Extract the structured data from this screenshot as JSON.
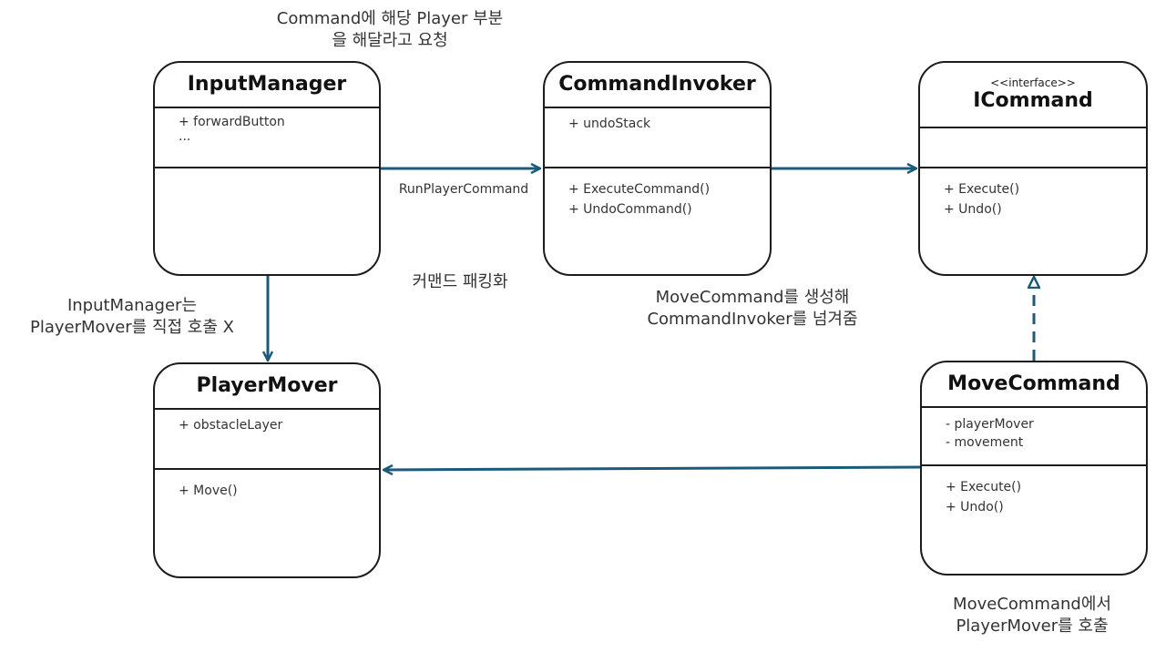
{
  "colors": {
    "connector": "#1b5a7a",
    "border": "#1c1c1c"
  },
  "classes": {
    "input_manager": {
      "name": "InputManager",
      "attributes": [
        "+ forwardButton",
        "..."
      ],
      "operations": []
    },
    "command_invoker": {
      "name": "CommandInvoker",
      "attributes": [
        "+ undoStack"
      ],
      "operations": [
        "+ ExecuteCommand()",
        "+ UndoCommand()"
      ]
    },
    "icommand": {
      "stereotype": "<<interface>>",
      "name": "ICommand",
      "attributes": [],
      "operations": [
        "+ Execute()",
        "+ Undo()"
      ]
    },
    "player_mover": {
      "name": "PlayerMover",
      "attributes": [
        "+ obstacleLayer"
      ],
      "operations": [
        "+ Move()"
      ]
    },
    "move_command": {
      "name": "MoveCommand",
      "attributes": [
        "- playerMover",
        "- movement"
      ],
      "operations": [
        "+ Execute()",
        "+ Undo()"
      ]
    }
  },
  "notes": {
    "request": [
      "Command에 해당 Player 부분",
      "을 해달라고 요청"
    ],
    "run_player_command": "RunPlayerCommand",
    "packing": "커맨드 패킹화",
    "create_pass": [
      "MoveCommand를 생성해",
      "CommandInvoker를 넘겨줌"
    ],
    "no_direct_call": [
      "InputManager는",
      "PlayerMover를 직접 호출 X"
    ],
    "call_player_mover": [
      "MoveCommand에서",
      "PlayerMover를 호출"
    ]
  }
}
